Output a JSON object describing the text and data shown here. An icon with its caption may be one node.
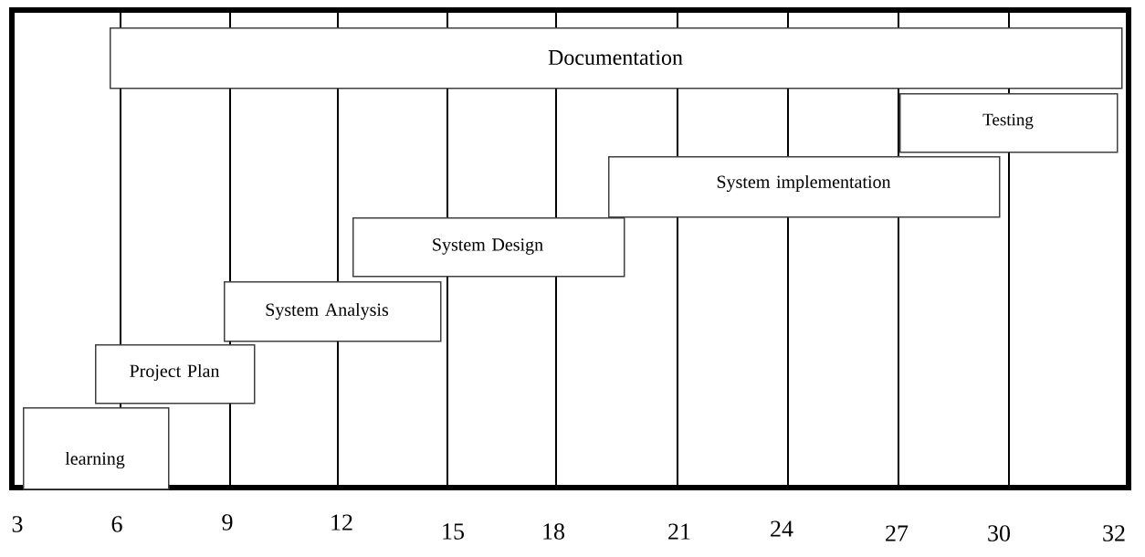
{
  "diagram": {
    "nodes": [
      {
        "text": [
          "Documentation"
        ]
      },
      {
        "text": [
          "Testing"
        ]
      },
      {
        "text": [
          "System implementation"
        ]
      },
      {
        "text": [
          "System Design"
        ]
      },
      {
        "text": [
          "System Analysis"
        ]
      },
      {
        "text": [
          "Project Plan"
        ]
      },
      {
        "text": [
          "learning"
        ]
      }
    ],
    "labels": [
      "3",
      "6",
      "9",
      "12",
      "15",
      "18",
      "21",
      "24",
      "27",
      "30",
      "32"
    ]
  }
}
